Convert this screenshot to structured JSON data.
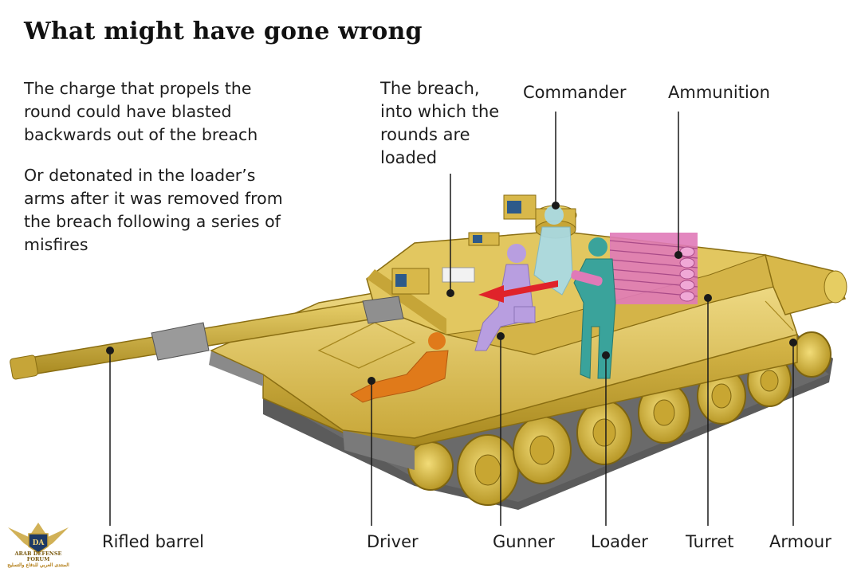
{
  "title": "What might have gone wrong",
  "paragraphs": {
    "p1": "The charge that propels the round could have blasted backwards out of the breach",
    "p2": "Or detonated in the loader’s arms after it was removed from the breach following a series of misfires"
  },
  "labels": {
    "breach": "The breach, into which the rounds are loaded",
    "commander": "Commander",
    "ammunition": "Ammunition",
    "rifled_barrel": "Rifled barrel",
    "driver": "Driver",
    "gunner": "Gunner",
    "loader": "Loader",
    "turret": "Turret",
    "armour": "Armour"
  },
  "watermark": {
    "abbrev": "DA",
    "name": "ARAB DEFENSE FORUM",
    "arabic": "المنتدى العربي للدفاع والتسليح"
  },
  "colors": {
    "hull": "#d9b94a",
    "hull_light": "#ecd67a",
    "hull_dark": "#a88920",
    "driver": "#e07a1a",
    "gunner": "#b89ee0",
    "commander": "#a8dcea",
    "loader": "#3aa39b",
    "ammunition": "#e07ab8",
    "arrow": "#e0232a"
  },
  "icons": {
    "arrow": "red-blast-arrow",
    "logo": "eagle-shield-logo"
  }
}
